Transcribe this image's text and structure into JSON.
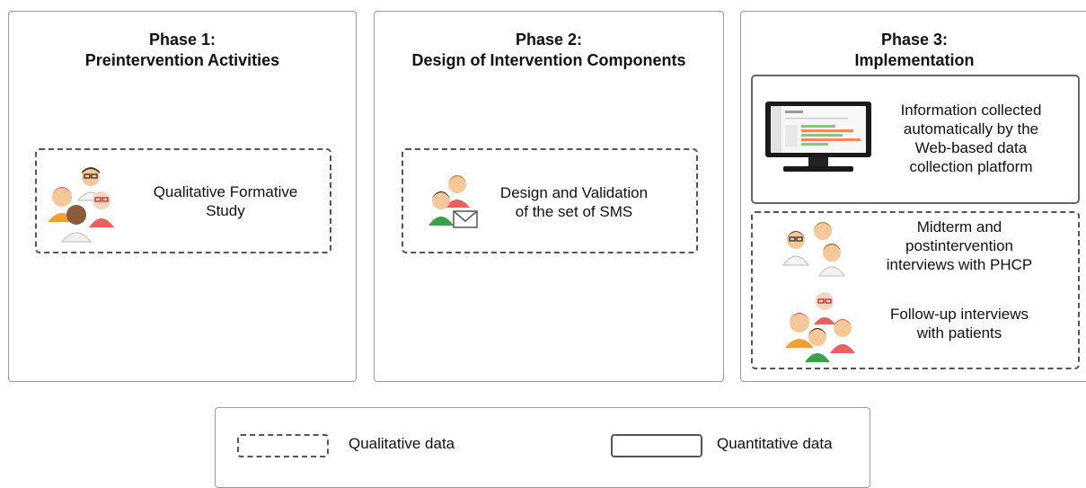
{
  "phases": [
    {
      "title_line1": "Phase 1:",
      "title_line2": "Preintervention Activities"
    },
    {
      "title_line1": "Phase 2:",
      "title_line2": "Design of Intervention Components"
    },
    {
      "title_line1": "Phase 3:",
      "title_line2": "Implementation"
    }
  ],
  "phase1_box": {
    "line1": "Qualitative Formative",
    "line2": "Study",
    "icon": "group-of-people-icon"
  },
  "phase2_box": {
    "line1": "Design and Validation",
    "line2": "of the set of SMS",
    "icon": "people-with-envelope-icon"
  },
  "phase3_quant_box": {
    "line1": "Information collected",
    "line2": "automatically by the",
    "line3": "Web-based data",
    "line4": "collection platform",
    "icon": "computer-monitor-icon"
  },
  "phase3_qual_box": {
    "item1": {
      "line1": "Midterm and",
      "line2": "postintervention",
      "line3": "interviews with PHCP",
      "icon": "health-professionals-icon"
    },
    "item2": {
      "line1": "Follow-up interviews",
      "line2": "with patients",
      "icon": "patients-group-icon"
    }
  },
  "legend": {
    "qualitative": "Qualitative data",
    "quantitative": "Quantitative data"
  }
}
